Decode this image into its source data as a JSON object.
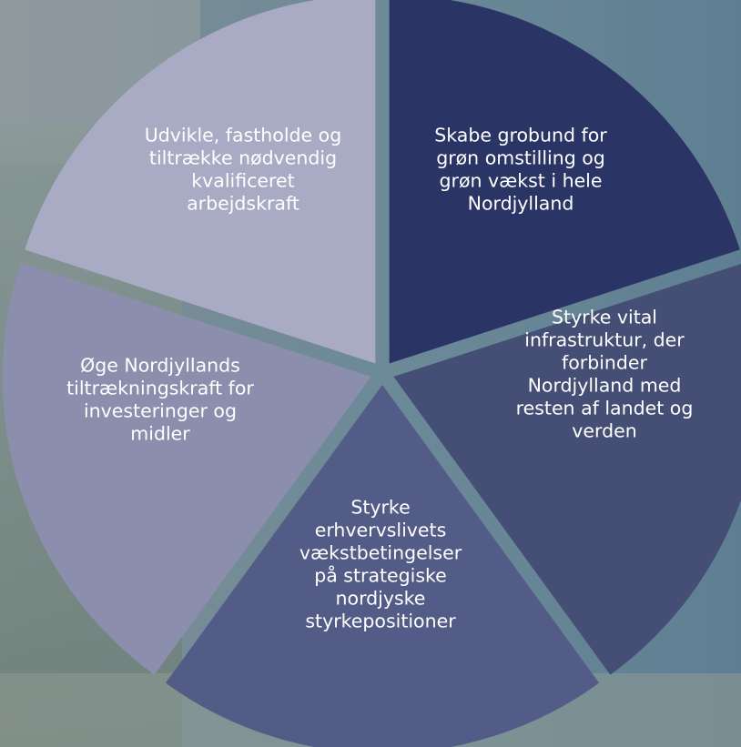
{
  "diagram": {
    "type": "segmented-circle",
    "segments": [
      {
        "id": "green-transition",
        "color": "#2b3565",
        "lines": [
          "Skabe grobund for",
          "grøn omstilling og",
          "grøn vækst i hele",
          "Nordjylland"
        ]
      },
      {
        "id": "infrastructure",
        "color": "#454e74",
        "lines": [
          "Styrke vital",
          "infrastruktur, der",
          "forbinder",
          "Nordjylland med",
          "resten af landet og",
          "verden"
        ]
      },
      {
        "id": "business-conditions",
        "color": "#535c86",
        "lines": [
          "Styrke",
          "erhvervslivets",
          "vækstbetingelser",
          "på strategiske",
          "nordjyske",
          "styrkepositioner"
        ]
      },
      {
        "id": "attractiveness",
        "color": "#8b8fad",
        "lines": [
          "Øge Nordjyllands",
          "tiltrækningskraft for",
          "investeringer og",
          "midler"
        ]
      },
      {
        "id": "workforce",
        "color": "#a9abc4",
        "lines": [
          "Udvikle, fastholde og",
          "tiltrække nødvendig",
          "kvalificeret",
          "arbejdskraft"
        ]
      }
    ]
  }
}
